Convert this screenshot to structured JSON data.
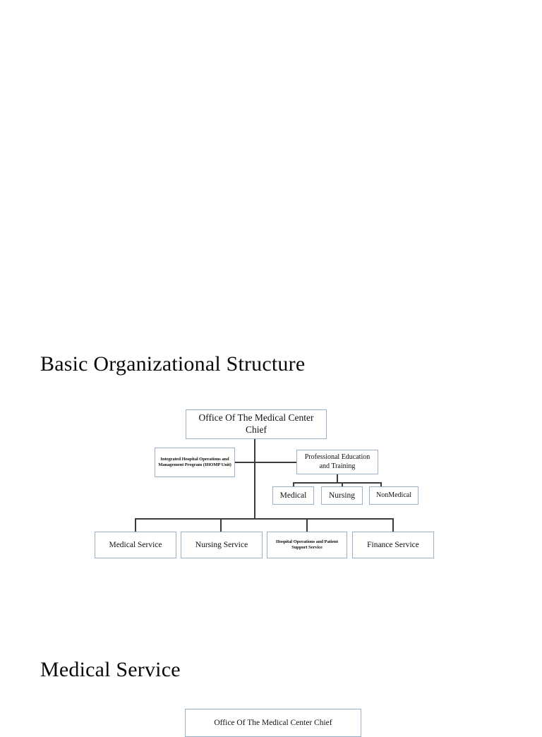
{
  "document": {
    "page_background": "#ffffff",
    "text_color": "#000000",
    "node_border_color": "#9bb0c9",
    "connector_color": "#3b3b3b"
  },
  "sections": [
    {
      "id": "basic",
      "heading": "Basic Organizational Structure"
    },
    {
      "id": "medical",
      "heading": "Medical Service"
    }
  ],
  "chart_data": {
    "type": "diagram",
    "title": "Basic Organizational Structure",
    "diagram_kind": "organizational-chart",
    "nodes": [
      {
        "id": "root",
        "label": "Office Of The Medical Center Chief",
        "level": 0
      },
      {
        "id": "ihomp",
        "label": "Integrated Hospital Operations and Management Program (IHOMP Unit)",
        "level": 1,
        "attachment": "staff-left"
      },
      {
        "id": "proed",
        "label": "Professional Education and Training",
        "level": 1,
        "attachment": "staff-right"
      },
      {
        "id": "proed-medical",
        "label": "Medical",
        "level": 2,
        "parent": "proed"
      },
      {
        "id": "proed-nursing",
        "label": "Nursing",
        "level": 2,
        "parent": "proed"
      },
      {
        "id": "proed-nonmedical",
        "label": "NonMedical",
        "level": 2,
        "parent": "proed"
      },
      {
        "id": "svc-medical",
        "label": "Medical Service",
        "level": 2,
        "parent": "root"
      },
      {
        "id": "svc-nursing",
        "label": "Nursing Service",
        "level": 2,
        "parent": "root"
      },
      {
        "id": "svc-hops",
        "label": "Hospital Operations and Patient Support Service",
        "level": 2,
        "parent": "root"
      },
      {
        "id": "svc-finance",
        "label": "Finance Service",
        "level": 2,
        "parent": "root"
      }
    ],
    "edges": [
      {
        "from": "root",
        "to": "ihomp"
      },
      {
        "from": "root",
        "to": "proed"
      },
      {
        "from": "proed",
        "to": "proed-medical"
      },
      {
        "from": "proed",
        "to": "proed-nursing"
      },
      {
        "from": "proed",
        "to": "proed-nonmedical"
      },
      {
        "from": "root",
        "to": "svc-medical"
      },
      {
        "from": "root",
        "to": "svc-nursing"
      },
      {
        "from": "root",
        "to": "svc-hops"
      },
      {
        "from": "root",
        "to": "svc-finance"
      }
    ]
  },
  "basic_chart": {
    "root": "Office Of The Medical Center Chief",
    "ihomp": "Integrated Hospital Operations and Management Program (IHOMP Unit)",
    "professional_education": "Professional Education and Training",
    "education_units": [
      "Medical",
      "Nursing",
      "NonMedical"
    ],
    "services": [
      "Medical Service",
      "Nursing Service",
      "Hospital Operations and Patient Support Service",
      "Finance Service"
    ]
  },
  "medical_chart": {
    "root": "Office Of The Medical Center Chief"
  }
}
